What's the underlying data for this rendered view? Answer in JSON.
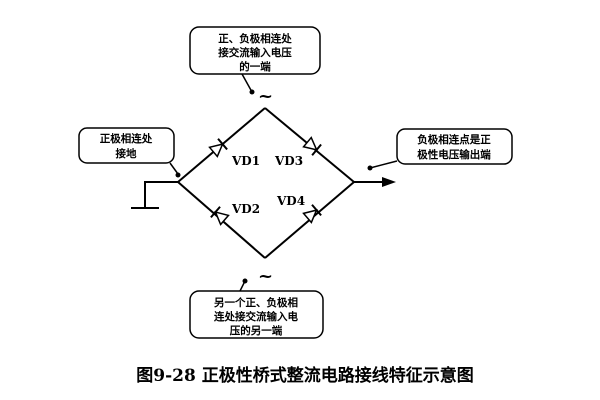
{
  "callouts": {
    "top": [
      "正、负极相连处",
      "接交流输入电压",
      "的一端"
    ],
    "left": [
      "正极相连处",
      "接地"
    ],
    "right": [
      "负极相连点是正",
      "极性电压输出端"
    ],
    "bottom": [
      "另一个正、负极相",
      "连处接交流输入电",
      "压的另一端"
    ]
  },
  "symbols": {
    "ac_top": "~",
    "ac_bottom": "~"
  },
  "diodes": {
    "vd1": "VD1",
    "vd2": "VD2",
    "vd3": "VD3",
    "vd4": "VD4"
  },
  "caption": "图9-28 正极性桥式整流电路接线特征示意图"
}
